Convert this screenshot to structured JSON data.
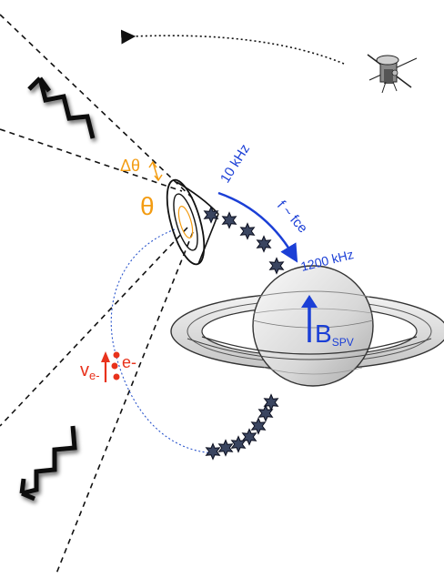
{
  "labels": {
    "delta_theta": "Δθ",
    "theta": "θ",
    "freq_low": "10 kHz",
    "freq_rel": "f ~ fce",
    "freq_high": "1200 kHz",
    "b_main": "B",
    "b_sub": "SPV",
    "ve_main": "v",
    "ve_sub": "e-",
    "electron": "e-"
  },
  "colors": {
    "orange": "#f39c12",
    "blue": "#1b3fd6",
    "red": "#e8321c",
    "star": "#3a4560",
    "dash": "#111111"
  },
  "icons": [
    "spacecraft-icon",
    "radio-wave-icon",
    "star-source-icon",
    "saturn-icon"
  ]
}
